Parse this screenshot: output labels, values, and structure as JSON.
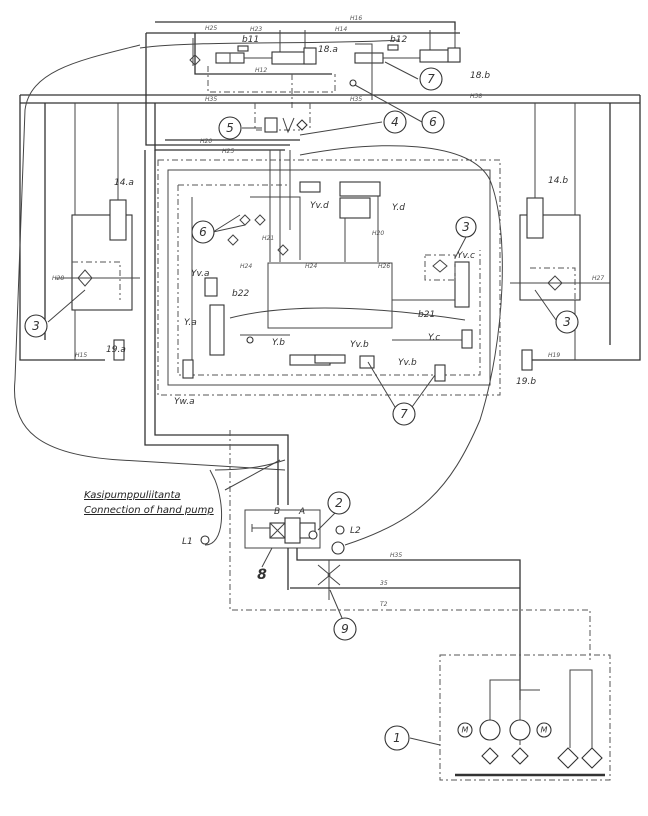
{
  "diagram": {
    "type": "hydraulic schematic (hand-drawn)",
    "callouts": [
      "1",
      "2",
      "3",
      "4",
      "5",
      "6",
      "7",
      "8",
      "9"
    ],
    "components": {
      "cyl_18a": "18.a",
      "cyl_18b": "18.b",
      "cyl_14a": "14.a",
      "cyl_14b": "14.b",
      "acc_19a": "19.a",
      "acc_19b": "19.b",
      "b11": "b11",
      "b12": "b12",
      "b21": "b21",
      "b22": "b22",
      "L1": "L1",
      "L2": "L2",
      "port_A": "A",
      "port_B": "B"
    },
    "valve_labels": [
      "Yv.a",
      "Y.a",
      "Y.b",
      "Yv.b",
      "Yv.b",
      "Y.c",
      "Yv.c",
      "Yv.d",
      "Y.d",
      "Yw.a"
    ],
    "pipe_labels": [
      "H16",
      "H25",
      "H23",
      "H14",
      "H12",
      "H35",
      "H35",
      "H20",
      "H25",
      "H24",
      "H24",
      "H26",
      "H21",
      "H20",
      "H28",
      "H27",
      "H38",
      "H15",
      "H19",
      "H35",
      "35",
      "T2"
    ],
    "hand_pump_note": {
      "fi": "Kasipumppuliitanta",
      "en": "Connection of hand pump"
    }
  }
}
